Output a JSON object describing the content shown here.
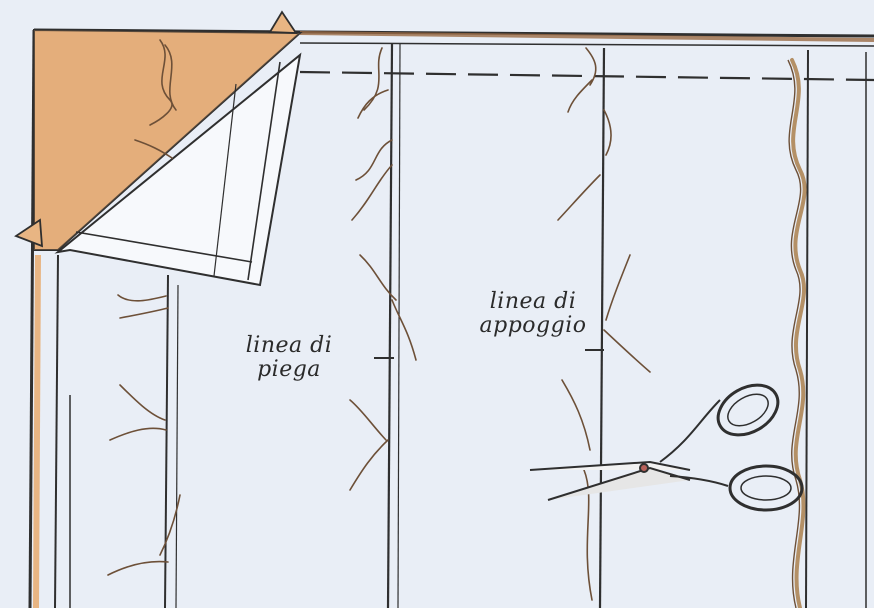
{
  "labels": {
    "fold_line": {
      "line1": "linea di",
      "line2": "piega"
    },
    "attach_line": {
      "line1": "linea di",
      "line2": "appoggio"
    }
  },
  "colors": {
    "paper": "#e9eef6",
    "ink": "#2f2f2f",
    "corner_fill": "#e8b583",
    "thread": "#8b6a4a",
    "rope": "#b49066",
    "top_rod": "#9a6a45"
  },
  "icons": [
    "scissors-icon"
  ]
}
